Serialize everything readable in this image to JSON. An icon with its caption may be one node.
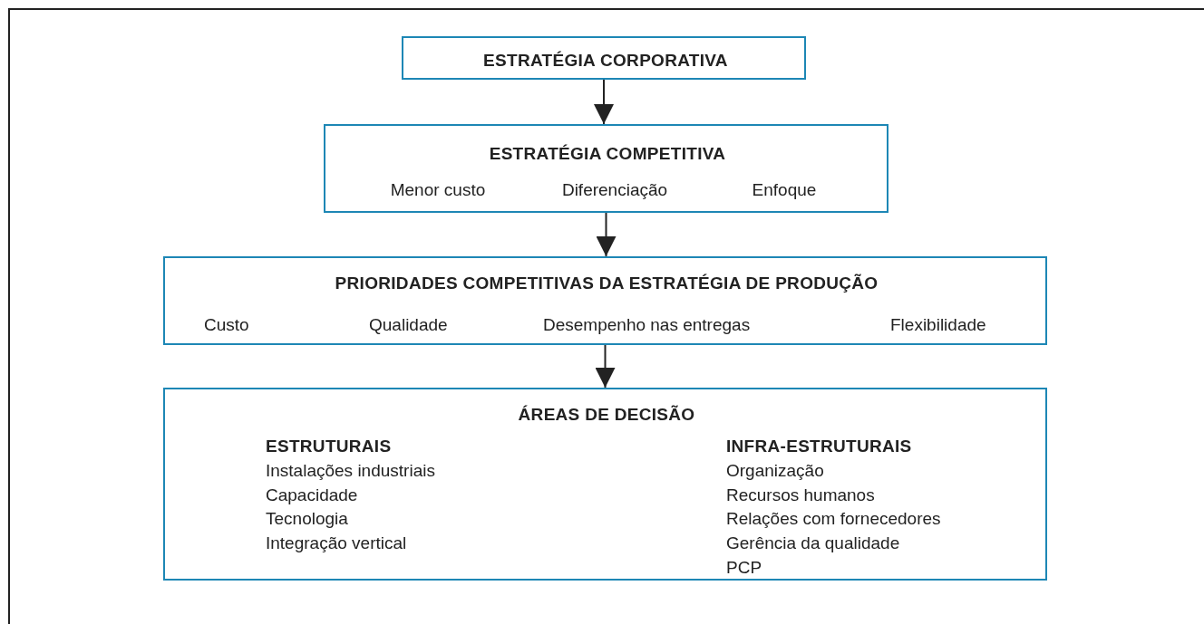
{
  "diagram": {
    "nodes": [
      {
        "text": [
          "ESTRATÉGIA CORPORATIVA"
        ]
      },
      {
        "text": [
          "ESTRATÉGIA COMPETITIVA",
          "Menor custo",
          "Diferenciação",
          "Enfoque"
        ]
      },
      {
        "text": [
          "PRIORIDADES COMPETITIVAS DA ESTRATÉGIA DE PRODUÇÃO",
          "Custo",
          "Qualidade",
          "Desempenho nas entregas",
          "Flexibilidade"
        ]
      },
      {
        "text": [
          "ÁREAS DE DECISÃO",
          "ESTRUTURAIS",
          "Instalações industriais",
          "Capacidade",
          "Tecnologia",
          "Integração vertical",
          "INFRA-ESTRUTURAIS",
          "Organização",
          "Recursos humanos",
          "Relações com fornecedores",
          "Gerência da qualidade",
          "PCP"
        ]
      }
    ],
    "edges": [
      {
        "from": 0,
        "to": 1,
        "arrow": "to"
      },
      {
        "from": 1,
        "to": 2,
        "arrow": "to"
      },
      {
        "from": 2,
        "to": 3,
        "arrow": "to"
      }
    ]
  }
}
